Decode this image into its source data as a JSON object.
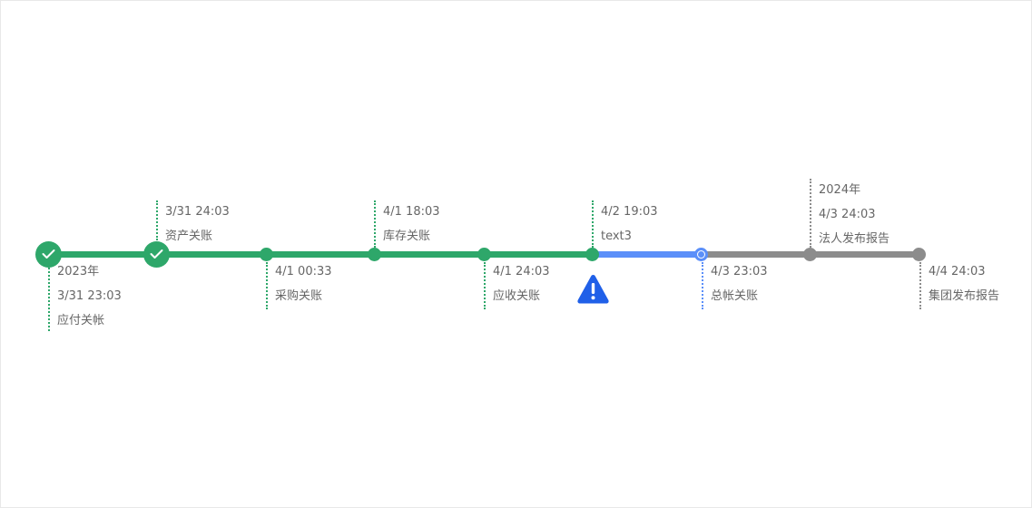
{
  "timeline": {
    "colors": {
      "done": "#2ea76a",
      "active": "#5b8ff9",
      "pending": "#8c8c8c",
      "warning": "#2060e8"
    },
    "nodes": [
      {
        "status": "done-check",
        "position": "below",
        "year": "2023年",
        "time": "3/31 23:03",
        "label": "应付关帐"
      },
      {
        "status": "done-check",
        "position": "above",
        "time": "3/31 24:03",
        "label": "资产关账"
      },
      {
        "status": "done",
        "position": "below",
        "time": "4/1 00:33",
        "label": "采购关账"
      },
      {
        "status": "done",
        "position": "above",
        "time": "4/1 18:03",
        "label": "库存关账"
      },
      {
        "status": "done",
        "position": "below",
        "time": "4/1 24:03",
        "label": "应收关账"
      },
      {
        "status": "warning",
        "position": "above",
        "time": "4/2 19:03",
        "label": "text3",
        "icon": "warning-triangle-icon"
      },
      {
        "status": "active",
        "position": "below",
        "time": "4/3 23:03",
        "label": "总帐关账"
      },
      {
        "status": "pending",
        "position": "above",
        "year": "2024年",
        "time": "4/3 24:03",
        "label": "法人发布报告"
      },
      {
        "status": "pending",
        "position": "below",
        "time": "4/4 24:03",
        "label": "集团发布报告"
      }
    ]
  }
}
